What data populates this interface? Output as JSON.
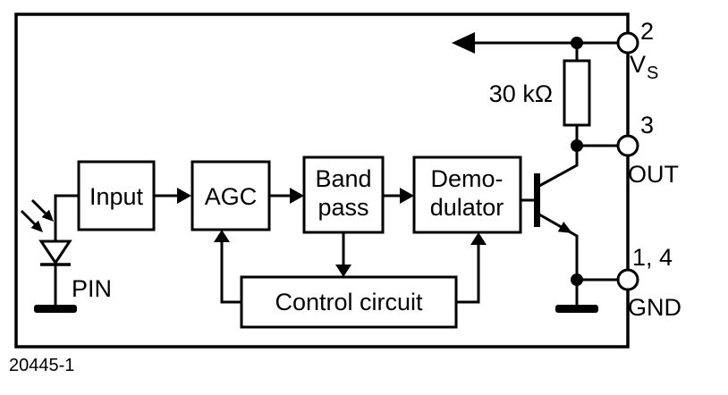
{
  "figure_number": "20445-1",
  "blocks": {
    "input": {
      "label": "Input"
    },
    "agc": {
      "label": "AGC"
    },
    "bandpass": {
      "line1": "Band",
      "line2": "pass"
    },
    "demodulator": {
      "line1": "Demo-",
      "line2": "dulator"
    },
    "control_circuit": {
      "label": "Control circuit"
    }
  },
  "components": {
    "resistor_value": "30 kΩ",
    "photodiode_label": "PIN"
  },
  "pins": {
    "vs": {
      "number": "2",
      "name": "V",
      "subscript": "S"
    },
    "out": {
      "number": "3",
      "name": "OUT"
    },
    "gnd": {
      "number": "1, 4",
      "name": "GND"
    }
  },
  "colors": {
    "line": "#000000",
    "background": "#ffffff"
  }
}
